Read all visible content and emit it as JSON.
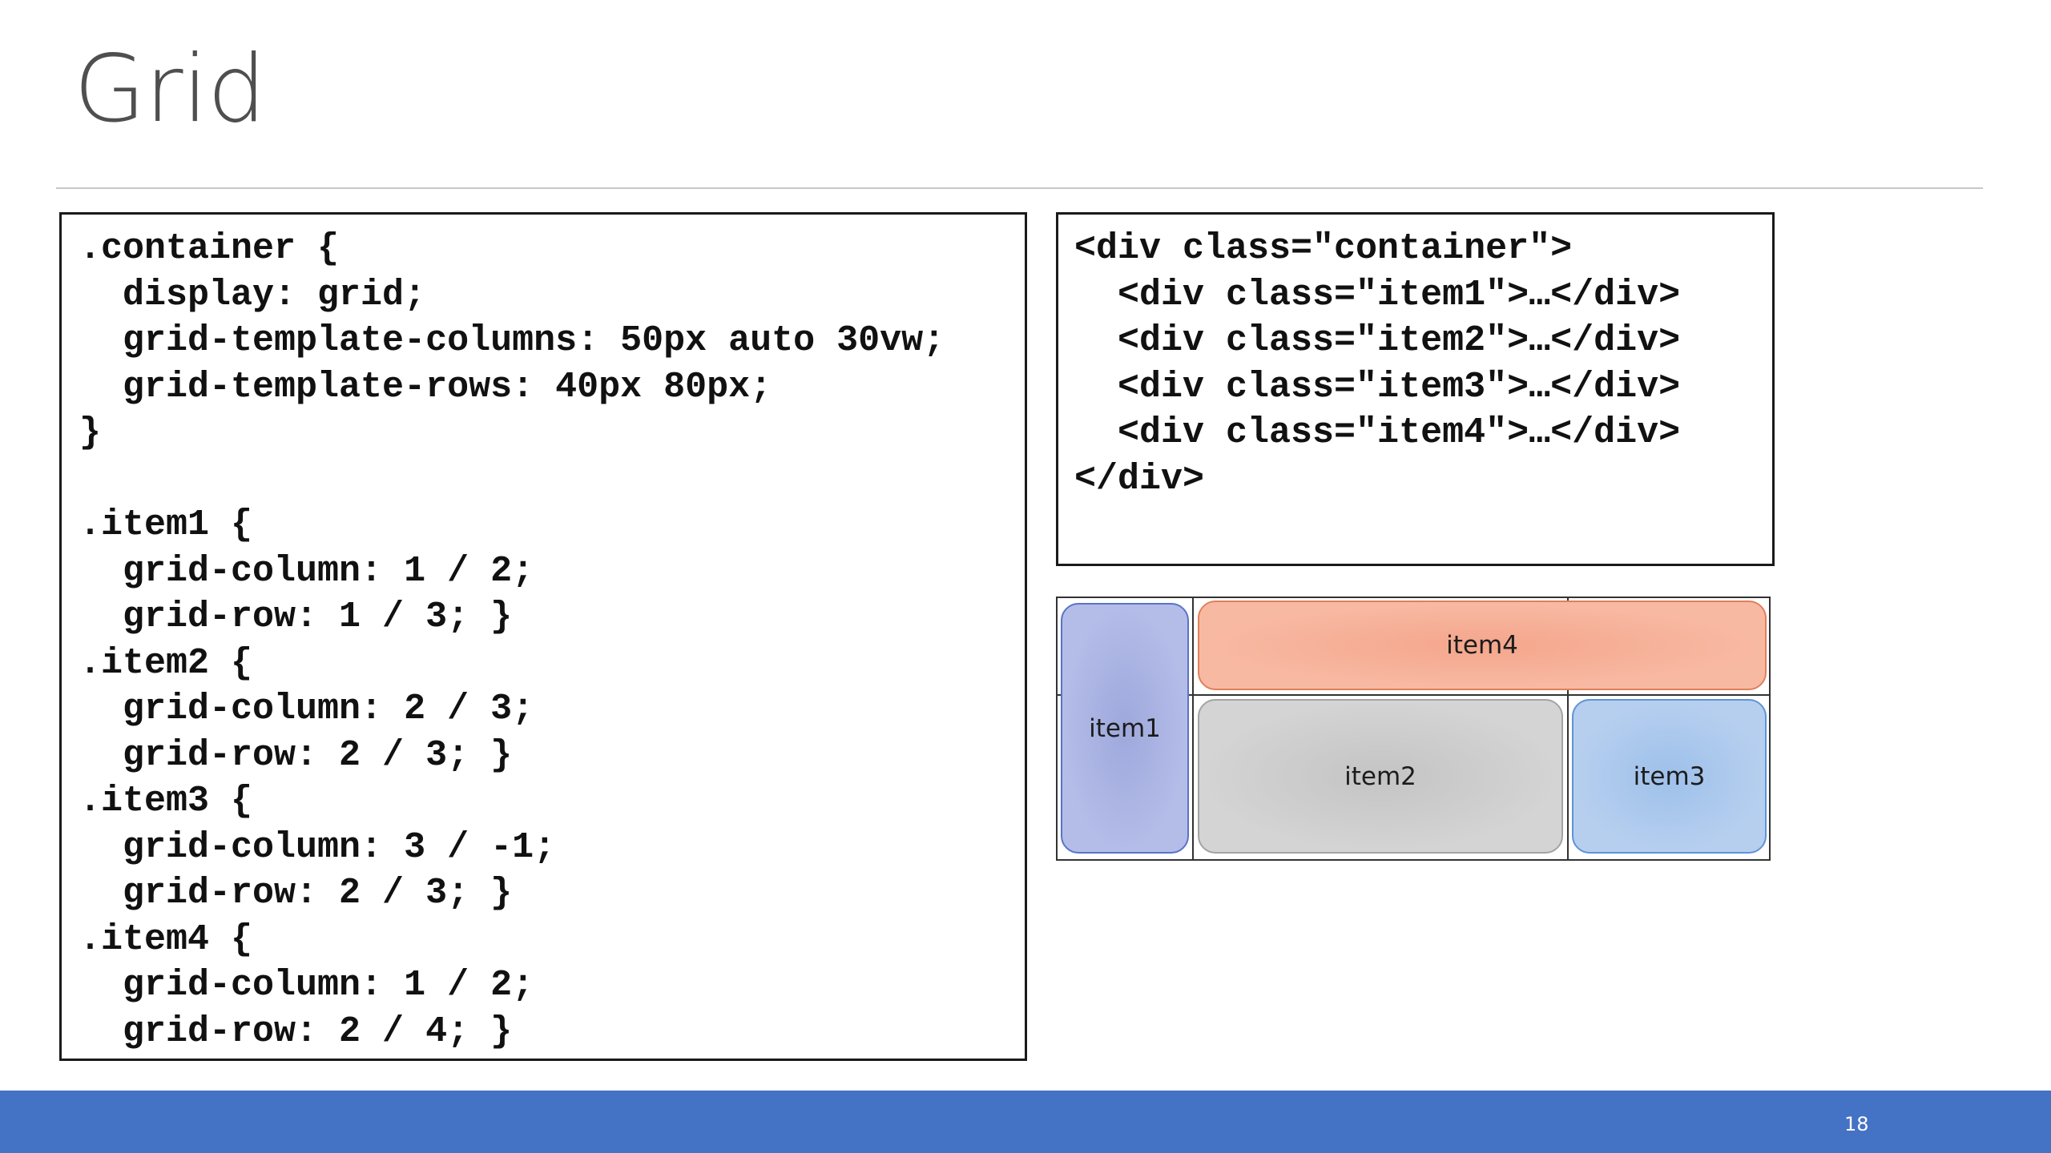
{
  "slide": {
    "title": "Grid",
    "page_number": "18"
  },
  "css_code": {
    "lines": [
      ".container {",
      "  display: grid;",
      "  grid-template-columns: 50px auto 30vw;",
      "  grid-template-rows: 40px 80px;",
      "}",
      "",
      ".item1 {",
      "  grid-column: 1 / 2;",
      "  grid-row: 1 / 3; }",
      ".item2 {",
      "  grid-column: 2 / 3;",
      "  grid-row: 2 / 3; }",
      ".item3 {",
      "  grid-column: 3 / -1;",
      "  grid-row: 2 / 3; }",
      ".item4 {",
      "  grid-column: 1 / 2;",
      "  grid-row: 2 / 4; }"
    ]
  },
  "html_code": {
    "lines": [
      "<div class=\"container\">",
      "  <div class=\"item1\">…</div>",
      "  <div class=\"item2\">…</div>",
      "  <div class=\"item3\">…</div>",
      "  <div class=\"item4\">…</div>",
      "</div>"
    ]
  },
  "grid_diagram": {
    "item1": "item1",
    "item2": "item2",
    "item3": "item3",
    "item4": "item4"
  },
  "colors": {
    "footer_bar": "#4472c4",
    "item1_fill": "#b4bde8",
    "item2_fill": "#d4d4d4",
    "item3_fill": "#b6cfef",
    "item4_fill": "#f8b9a3"
  }
}
